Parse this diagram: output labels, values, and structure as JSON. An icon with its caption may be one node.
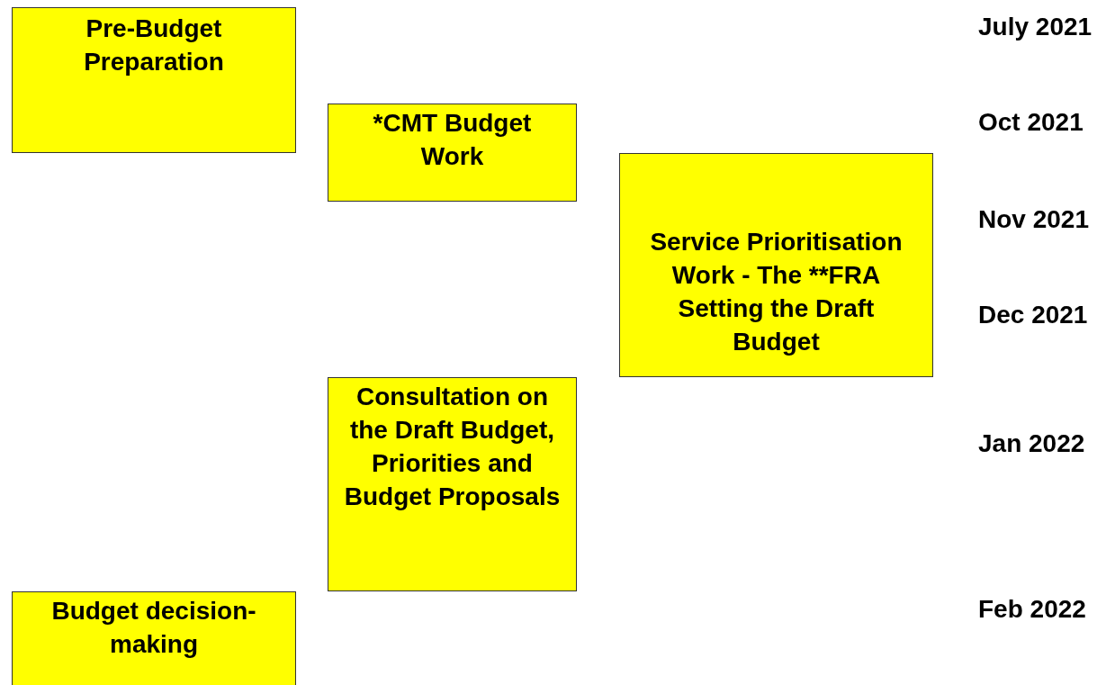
{
  "diagram": {
    "nodes": [
      {
        "text": [
          "Pre-Budget Preparation"
        ]
      },
      {
        "text": [
          "*CMT Budget Work"
        ]
      },
      {
        "text": [
          "Service Prioritisation Work - The **FRA Setting the Draft Budget"
        ]
      },
      {
        "text": [
          "Consultation on the Draft Budget, Priorities and Budget Proposals"
        ]
      },
      {
        "text": [
          "Budget decision-making"
        ]
      }
    ],
    "edges": [],
    "labels": [
      "July 2021",
      "Oct 2021",
      "Nov 2021",
      "Dec 2021",
      "Jan 2022",
      "Feb 2022"
    ]
  }
}
